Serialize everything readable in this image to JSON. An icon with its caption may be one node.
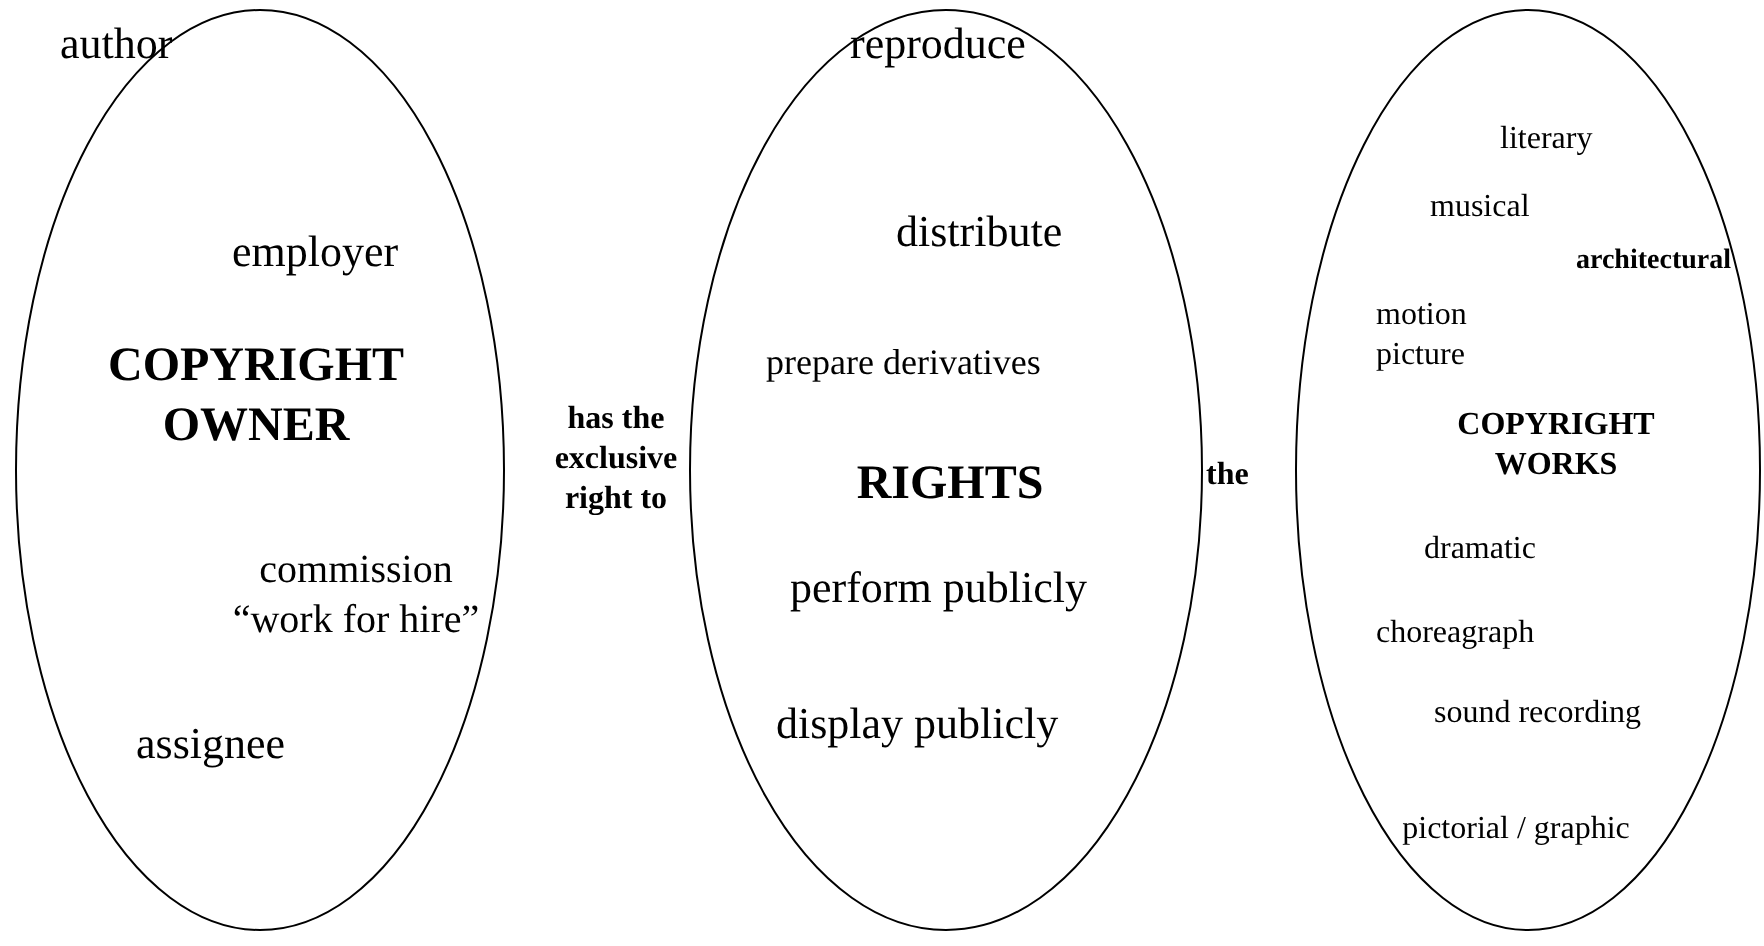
{
  "diagram": {
    "nodes": [
      {
        "text": [
          "author",
          "employer",
          "COPYRIGHT OWNER",
          "commission “work for hire”",
          "assignee"
        ]
      },
      {
        "text": [
          "reproduce",
          "distribute",
          "prepare derivatives",
          "RIGHTS",
          "perform publicly",
          "display publicly"
        ]
      },
      {
        "text": [
          "literary",
          "musical",
          "architectural",
          "motion picture",
          "COPYRIGHT WORKS",
          "dramatic",
          "choreagraph",
          "sound recording",
          "pictorial / graphic"
        ]
      }
    ],
    "labels": [
      "has the exclusive right to",
      "the"
    ]
  }
}
